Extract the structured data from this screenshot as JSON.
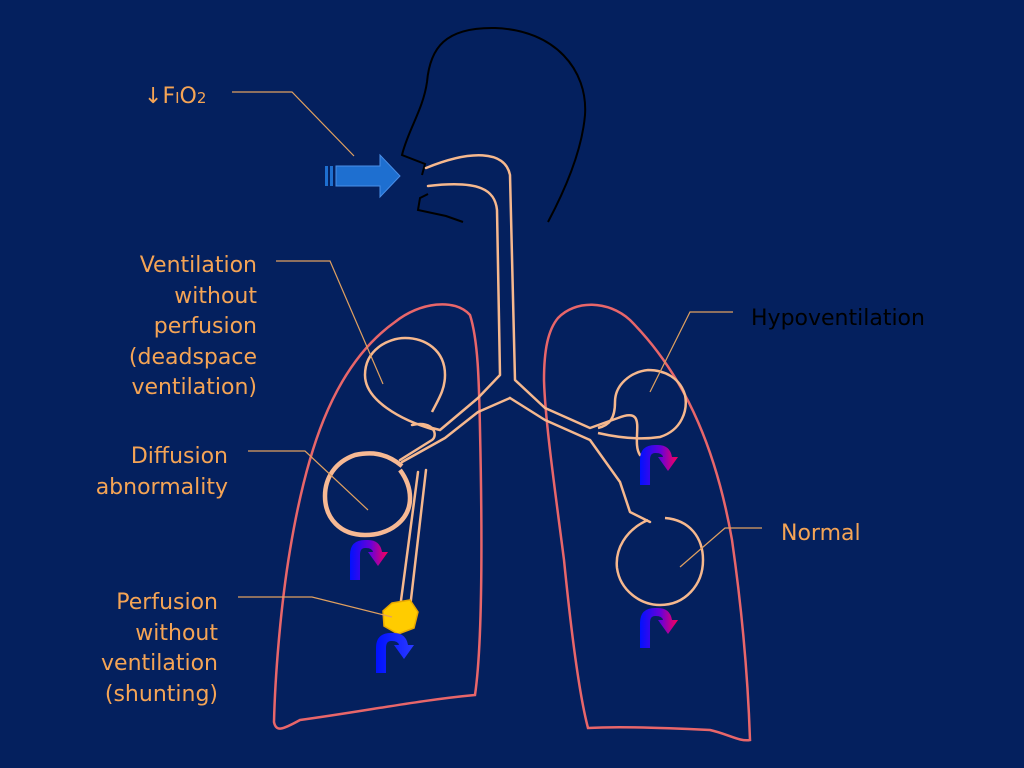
{
  "labels": {
    "fio2": {
      "arrow": "↓",
      "f": "F",
      "i": "I",
      "o": "O",
      "two": "2"
    },
    "deadspace": [
      "Ventilation",
      "without",
      "perfusion",
      "(deadspace",
      "ventilation)"
    ],
    "diffusion": [
      "Diffusion",
      "abnormality"
    ],
    "shunting": [
      "Perfusion",
      "without",
      "ventilation",
      "(shunting)"
    ],
    "hypoventilation": "Hypoventilation",
    "normal": "Normal"
  },
  "colors": {
    "background": "#04205e",
    "airway": "#f6b88e",
    "lung_outline": "#e8666a",
    "head_outline": "#000000",
    "label_text": "#f5a455",
    "leader_line": "#e0a060",
    "inspired_arrow": "#1e6fd0",
    "shunt_alveolus": "#ffcc00",
    "blood_flow_start": "#0011ff",
    "blood_flow_end": "#ff0055"
  },
  "icons": [
    "inspired-air-arrow-icon",
    "blood-flow-arrow-icon"
  ]
}
